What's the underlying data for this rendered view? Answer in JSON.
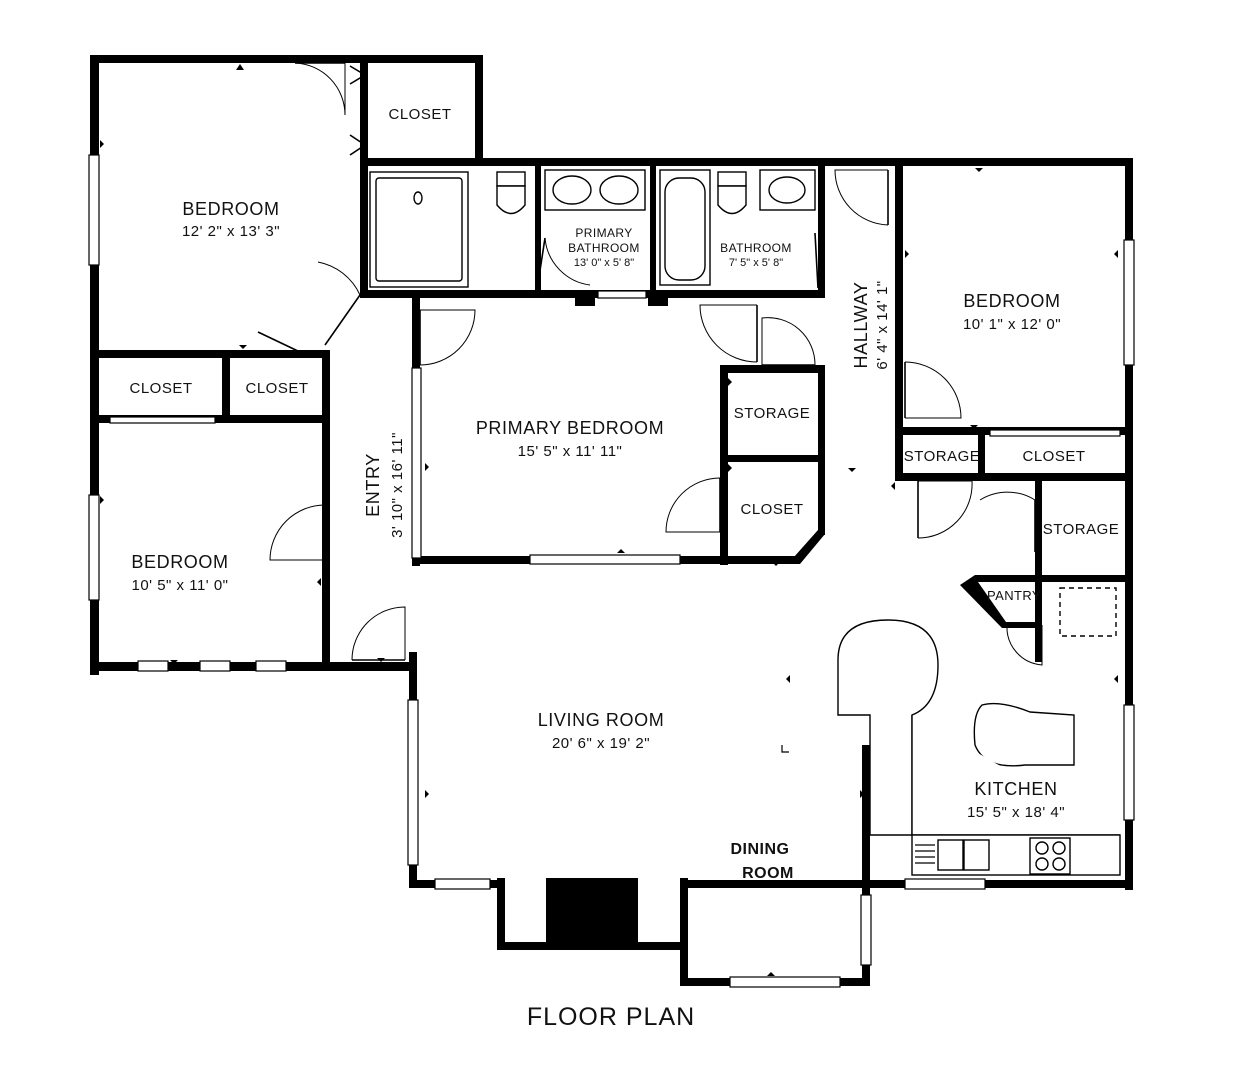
{
  "plan_title": "FLOOR PLAN",
  "rooms": {
    "bedroom_nw": {
      "name": "BEDROOM",
      "dims": "12' 2\" x 13' 3\""
    },
    "bedroom_w": {
      "name": "BEDROOM",
      "dims": "10' 5\" x 11' 0\""
    },
    "bedroom_e": {
      "name": "BEDROOM",
      "dims": "10' 1\" x 12' 0\""
    },
    "primary_bedroom": {
      "name": "PRIMARY BEDROOM",
      "dims": "15' 5\" x 11' 11\""
    },
    "primary_bathroom": {
      "name_line1": "PRIMARY",
      "name_line2": "BATHROOM",
      "dims": "13' 0\" x 5' 8\""
    },
    "bathroom": {
      "name": "BATHROOM",
      "dims": "7' 5\" x 5' 8\""
    },
    "hallway": {
      "name": "HALLWAY",
      "dims": "6' 4\" x 14' 1\""
    },
    "entry": {
      "name": "ENTRY",
      "dims": "3' 10\" x 16' 11\""
    },
    "living_room": {
      "name": "LIVING ROOM",
      "dims": "20' 6\" x 19' 2\""
    },
    "kitchen": {
      "name": "KITCHEN",
      "dims": "15' 5\" x 18' 4\""
    },
    "dining_room": {
      "line1": "DINING",
      "line2": "ROOM"
    }
  },
  "small_spaces": {
    "closet_top": "CLOSET",
    "closet_w1": "CLOSET",
    "closet_w2": "CLOSET",
    "storage_mid": "STORAGE",
    "closet_mid": "CLOSET",
    "storage_e": "STORAGE",
    "closet_e": "CLOSET",
    "storage_k": "STORAGE",
    "pantry": "PANTRY"
  }
}
